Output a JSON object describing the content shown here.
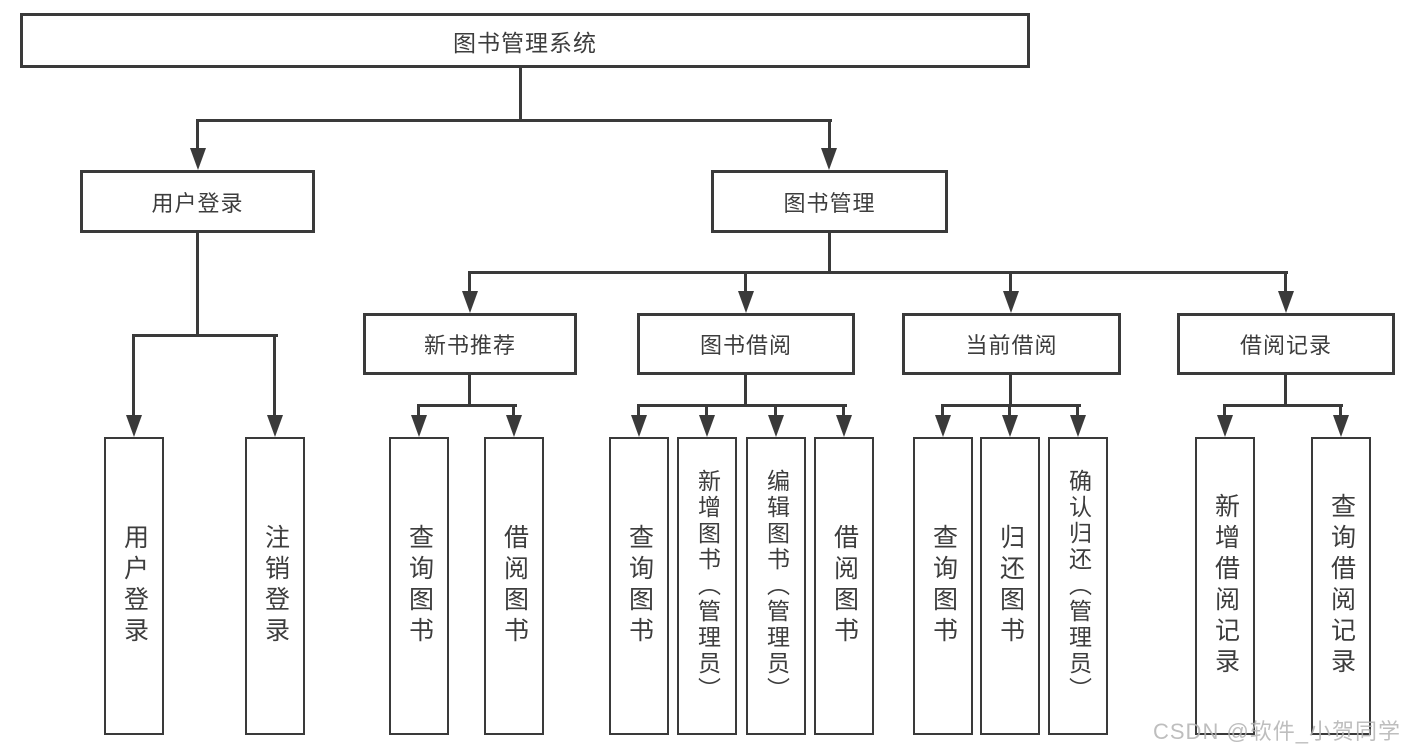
{
  "tree": {
    "root": {
      "label": "图书管理系统"
    },
    "branches": [
      {
        "label": "用户登录",
        "children": [
          {
            "label": "用户登录"
          },
          {
            "label": "注销登录"
          }
        ]
      },
      {
        "label": "图书管理",
        "groups": [
          {
            "label": "新书推荐",
            "children": [
              {
                "label": "查询图书"
              },
              {
                "label": "借阅图书"
              }
            ]
          },
          {
            "label": "图书借阅",
            "children": [
              {
                "label": "查询图书"
              },
              {
                "label": "新增图书（管理员）"
              },
              {
                "label": "编辑图书（管理员）"
              },
              {
                "label": "借阅图书"
              }
            ]
          },
          {
            "label": "当前借阅",
            "children": [
              {
                "label": "查询图书"
              },
              {
                "label": "归还图书"
              },
              {
                "label": "确认归还（管理员）"
              }
            ]
          },
          {
            "label": "借阅记录",
            "children": [
              {
                "label": "新增借阅记录"
              },
              {
                "label": "查询借阅记录"
              }
            ]
          }
        ]
      }
    ]
  },
  "watermark": {
    "text": "CSDN @软件_小贺同学"
  },
  "colors": {
    "line": "#3a3a3a",
    "text": "#3d3d3d",
    "background": "#ffffff",
    "watermark": "#b3b3b3"
  }
}
